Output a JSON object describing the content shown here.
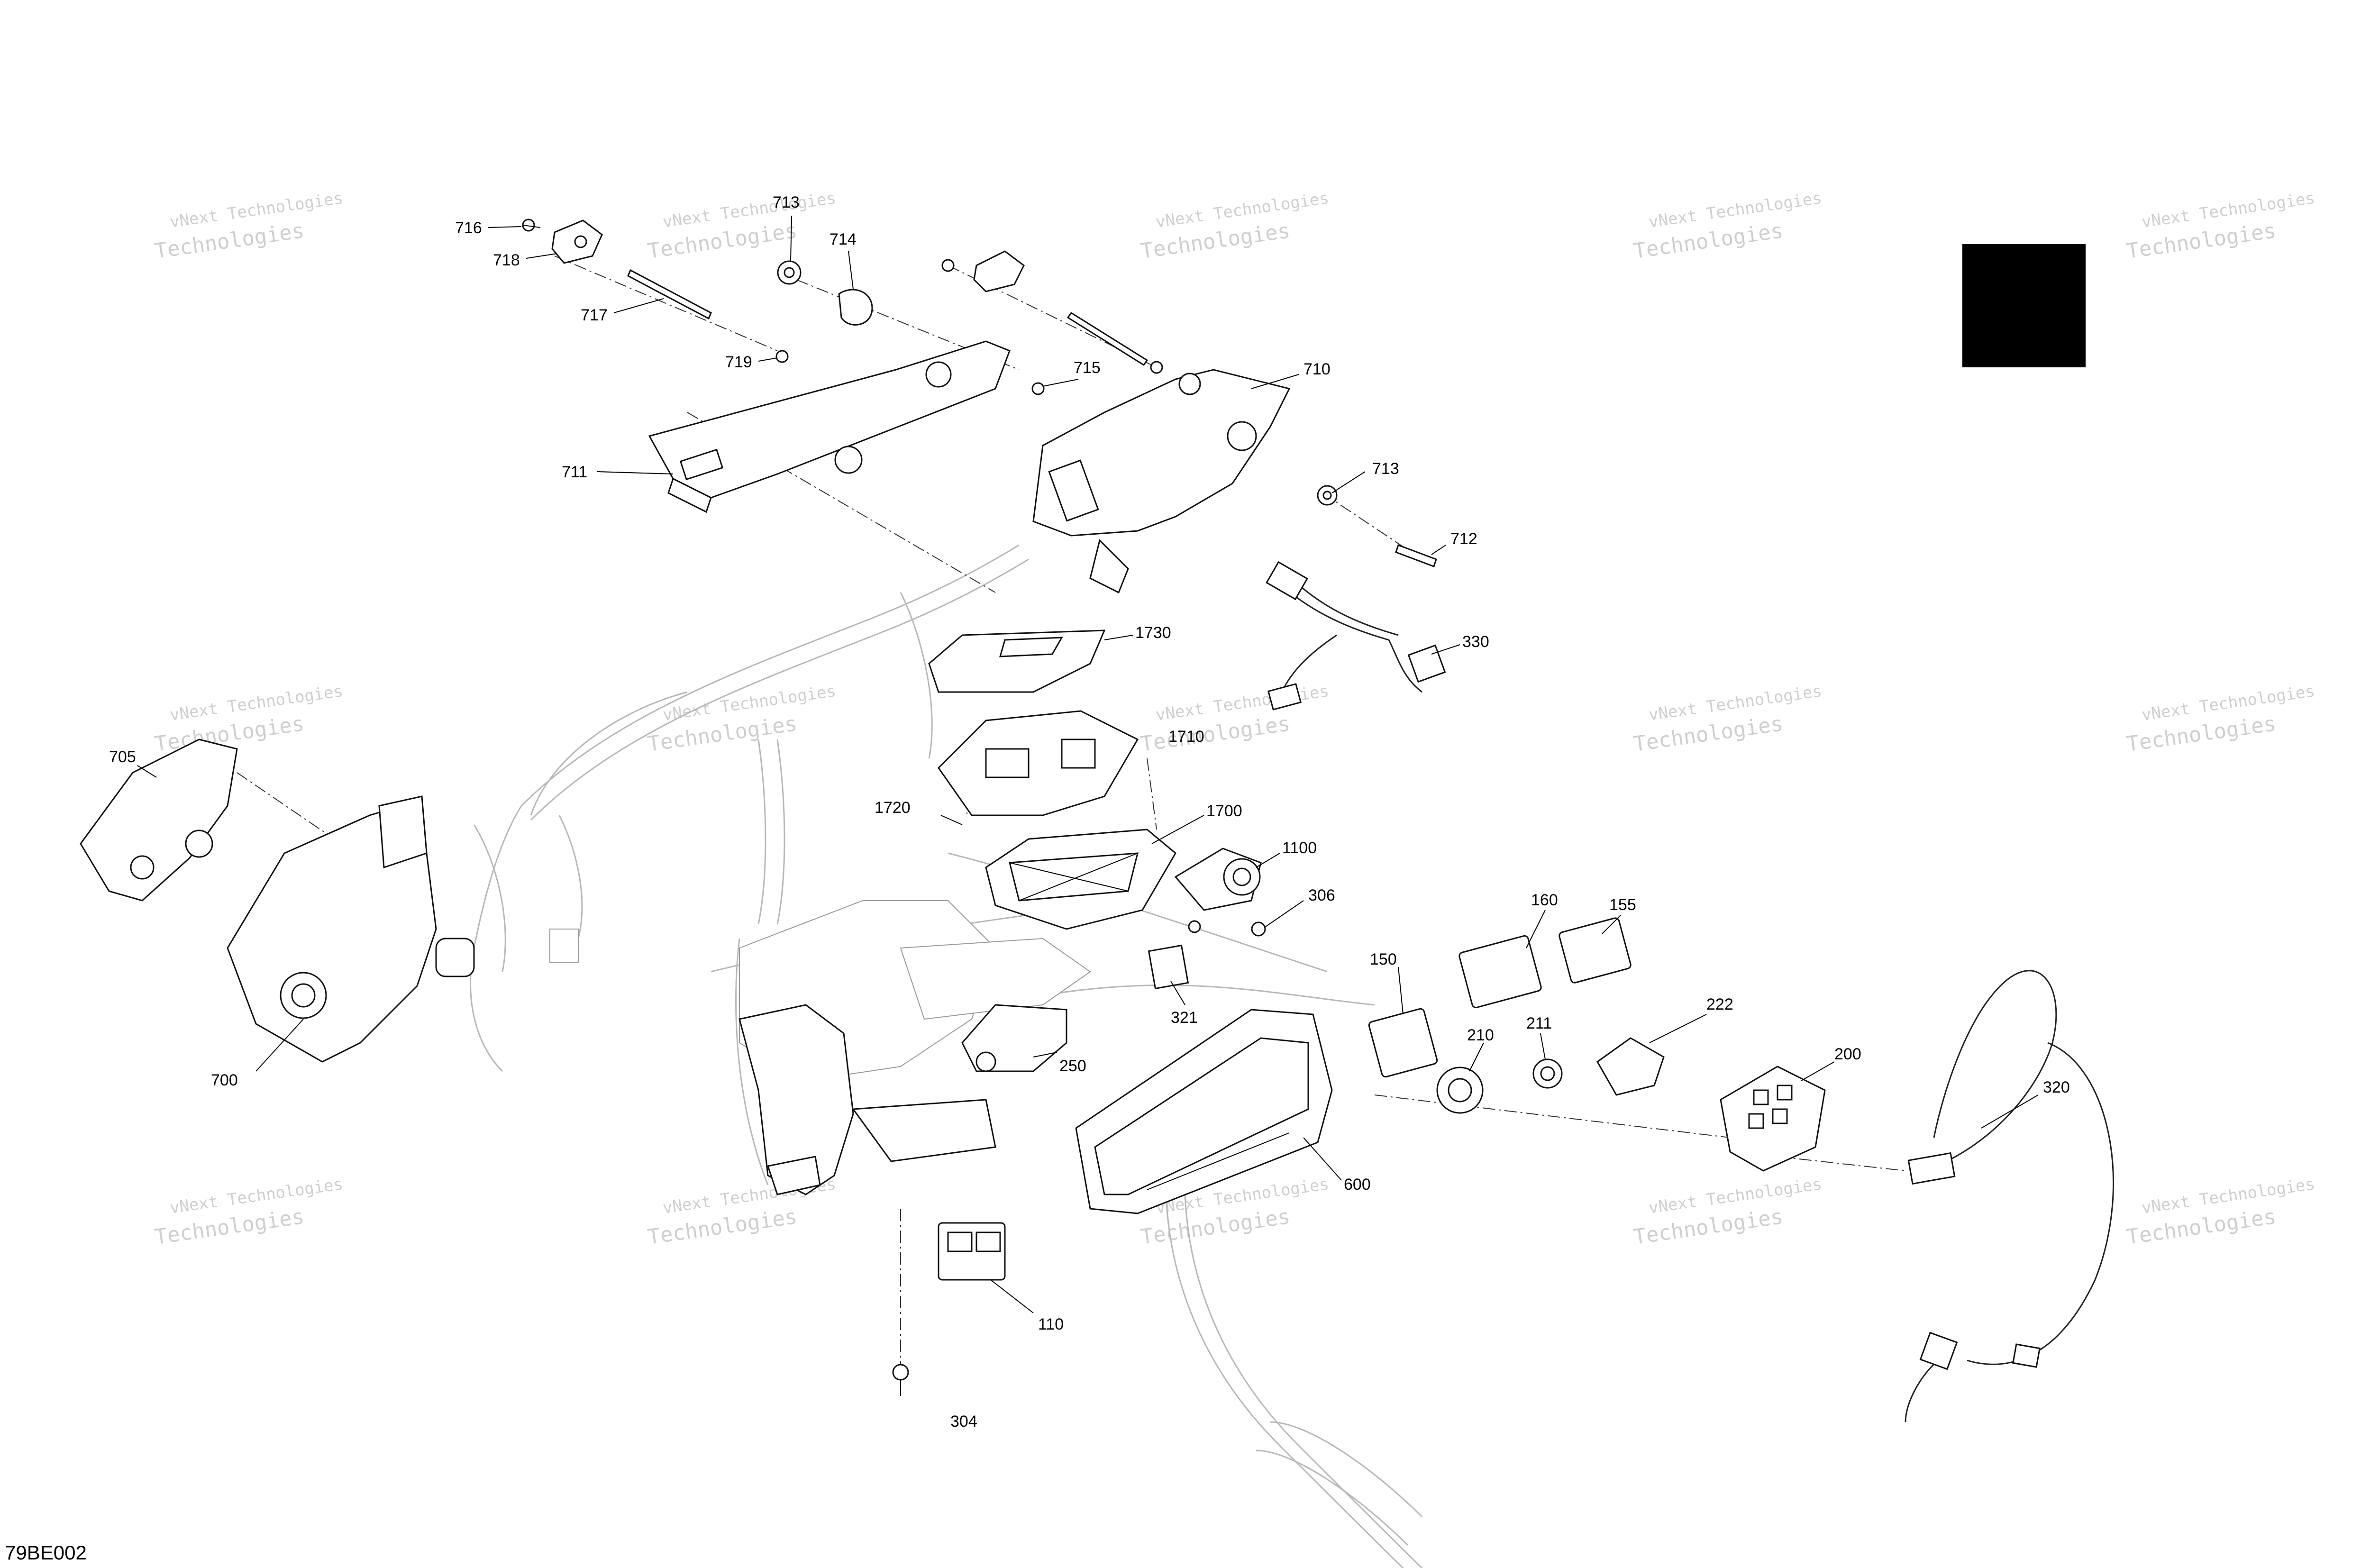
{
  "diagram_code": "79BE002",
  "watermark": {
    "line1": "vNext Technologies",
    "line2": "Technologies"
  },
  "callouts": {
    "716": "716",
    "718": "718",
    "717": "717",
    "713a": "713",
    "714": "714",
    "719": "719",
    "715": "715",
    "710": "710",
    "711": "711",
    "713b": "713",
    "712": "712",
    "1730": "1730",
    "330": "330",
    "705": "705",
    "1710": "1710",
    "1720": "1720",
    "1700": "1700",
    "1100": "1100",
    "306": "306",
    "160": "160",
    "155": "155",
    "150": "150",
    "222": "222",
    "321": "321",
    "211": "211",
    "210": "210",
    "200": "200",
    "250": "250",
    "320": "320",
    "700": "700",
    "600": "600",
    "110": "110",
    "304": "304"
  },
  "colors": {
    "line": "#111111",
    "harness": "#b8b8b8",
    "watermark": "#a9a9a9",
    "badge": "#000000"
  }
}
